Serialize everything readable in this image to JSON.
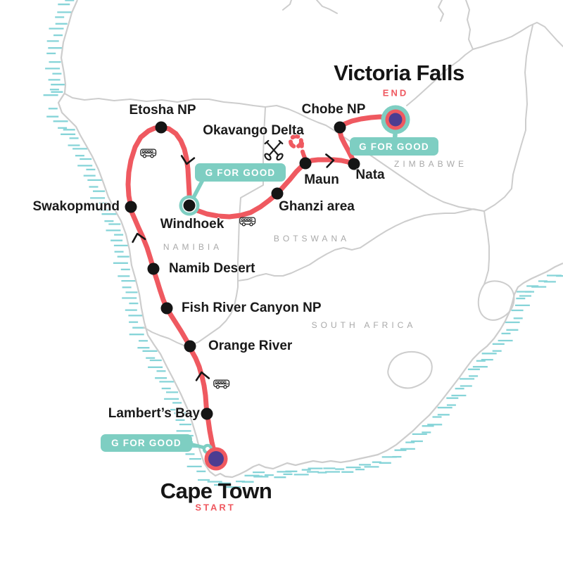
{
  "map_title": {
    "start_city": "Cape Town",
    "start_tag": "START",
    "end_city": "Victoria Falls",
    "end_tag": "END"
  },
  "badge": {
    "label": "G FOR GOOD"
  },
  "countries": {
    "namibia": "NAMIBIA",
    "botswana": "BOTSWANA",
    "south_africa": "SOUTH AFRICA",
    "zimbabwe": "ZIMBABWE"
  },
  "stops": {
    "lamberts_bay": "Lambert’s Bay",
    "orange_river": "Orange River",
    "fish_river": "Fish River Canyon NP",
    "namib_desert": "Namib Desert",
    "swakopmund": "Swakopmund",
    "etosha": "Etosha NP",
    "windhoek": "Windhoek",
    "ghanzi": "Ghanzi area",
    "maun": "Maun",
    "nata": "Nata",
    "chobe": "Chobe NP",
    "okavango": "Okavango Delta"
  },
  "icons": {
    "bus": "bus-icon",
    "paddles": "crossed-paddles-icon"
  },
  "colors": {
    "route": "#EF5960",
    "teal": "#7ECEC2",
    "purple": "#4B3D91",
    "hatch": "#86D4D8",
    "border": "#CDCDCD",
    "ink": "#1A1A1A",
    "country": "#A9A9A9"
  }
}
